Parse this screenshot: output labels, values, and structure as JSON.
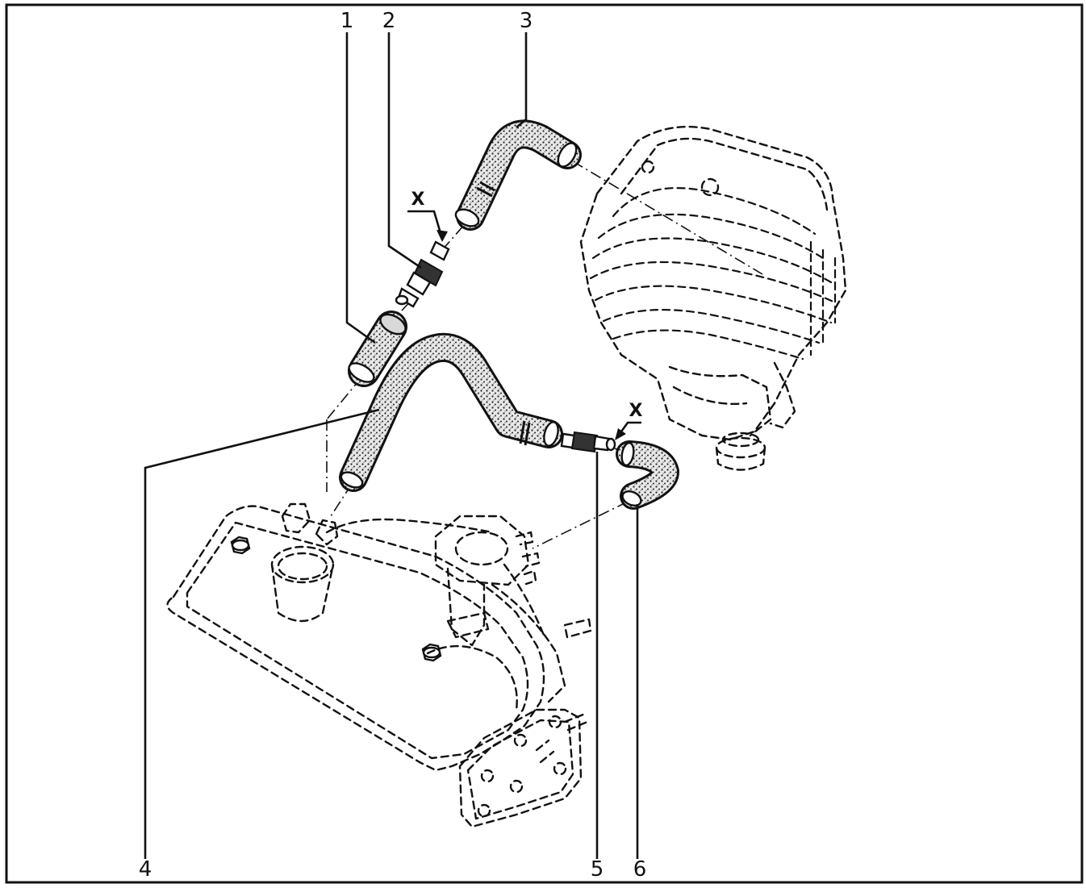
{
  "diagram": {
    "callouts": {
      "c1": "1",
      "c2": "2",
      "c3": "3",
      "c4": "4",
      "c5": "5",
      "c6": "6",
      "x_upper": "X",
      "x_lower": "X"
    }
  }
}
